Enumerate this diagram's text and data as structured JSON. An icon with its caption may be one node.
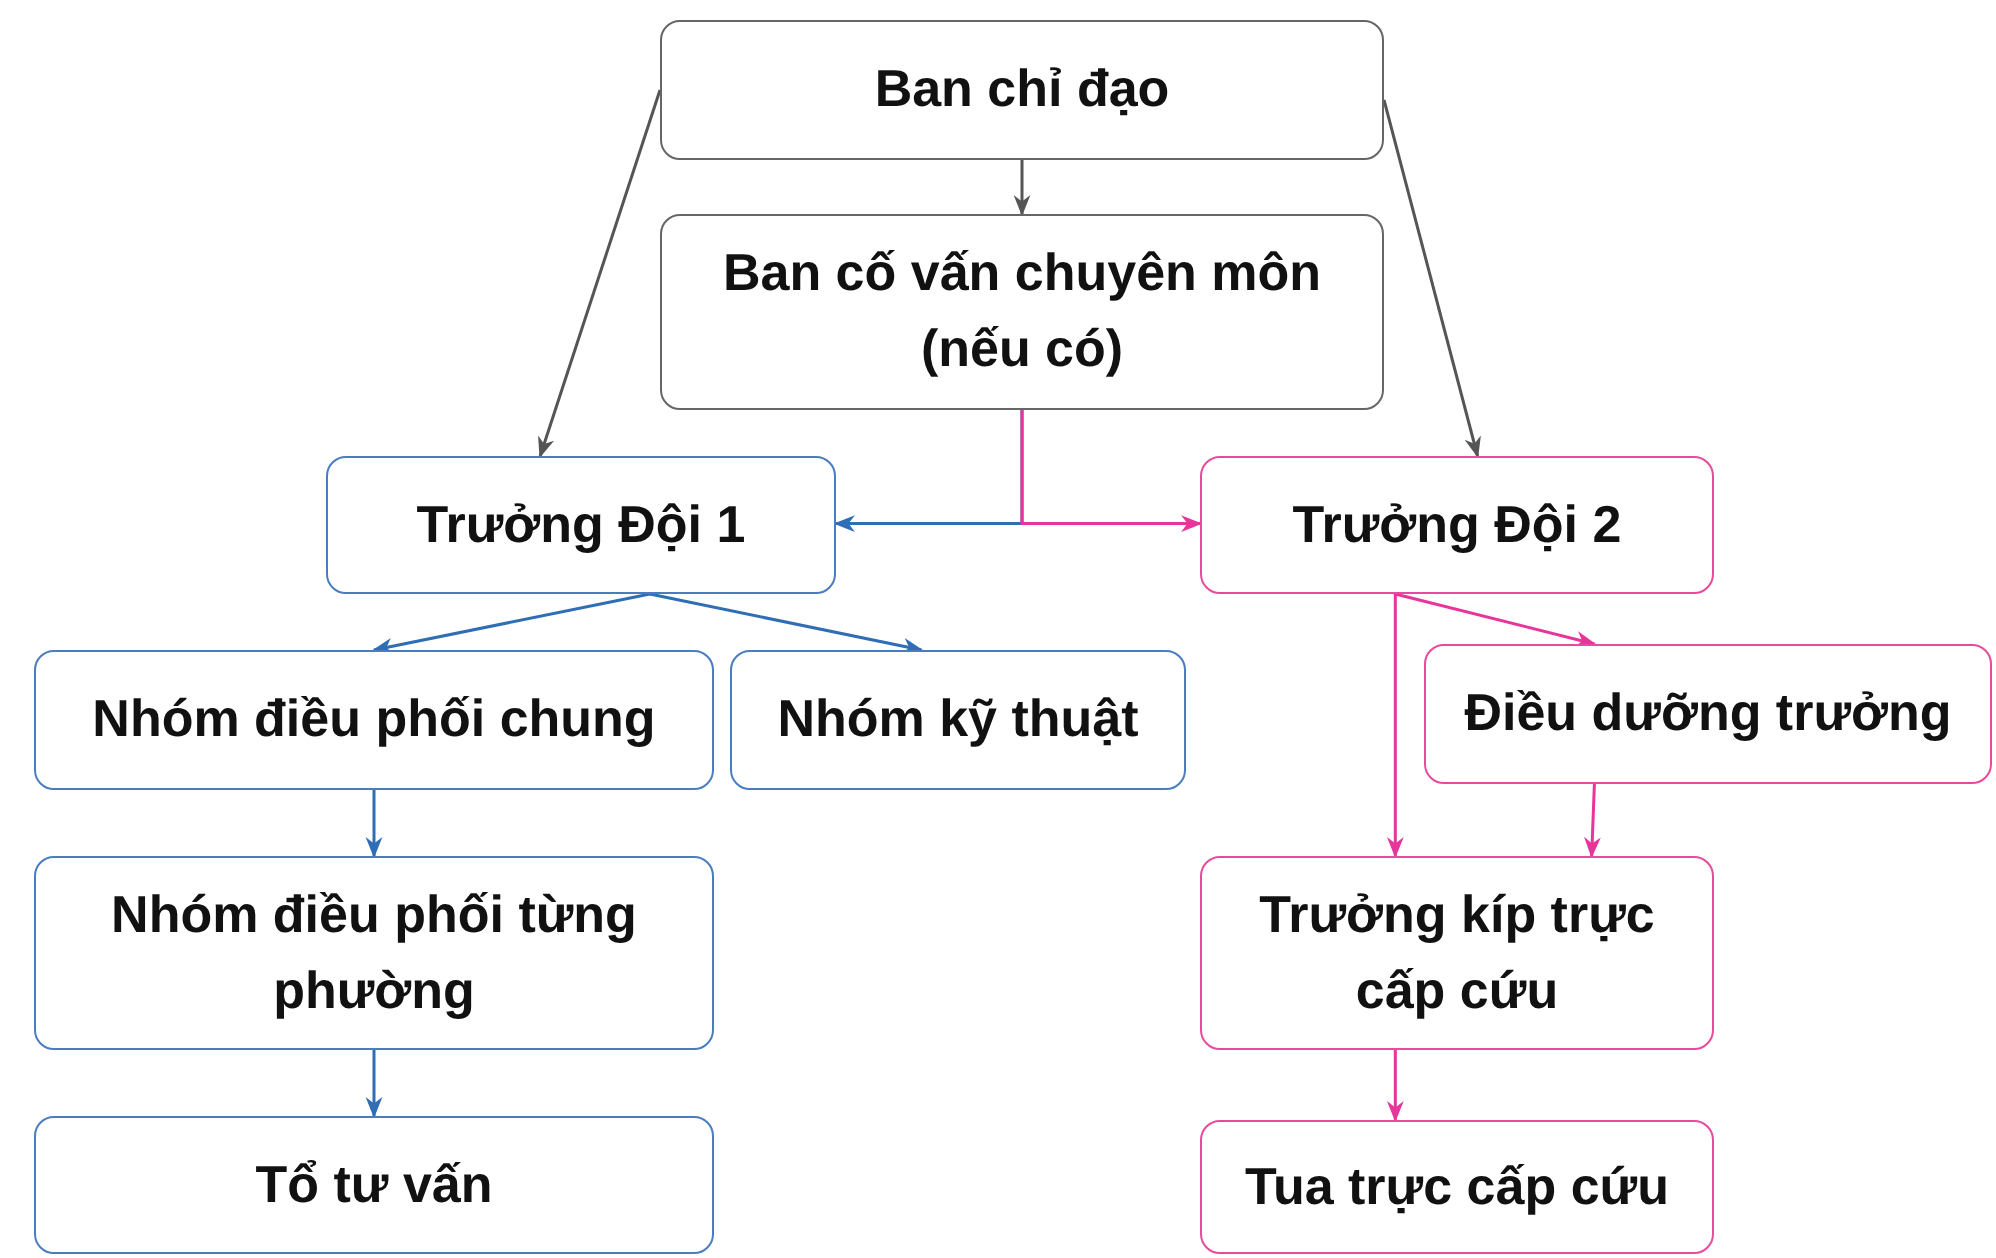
{
  "diagram": {
    "nodes": [
      {
        "text": [
          "Ban chỉ đạo"
        ]
      },
      {
        "text": [
          "Ban cố vấn chuyên môn (nếu có)"
        ]
      },
      {
        "text": [
          "Trưởng Đội 1"
        ]
      },
      {
        "text": [
          "Trưởng Đội 2"
        ]
      },
      {
        "text": [
          "Nhóm điều phối chung"
        ]
      },
      {
        "text": [
          "Nhóm kỹ thuật"
        ]
      },
      {
        "text": [
          "Điều dưỡng trưởng"
        ]
      },
      {
        "text": [
          "Nhóm điều phối từng phường"
        ]
      },
      {
        "text": [
          "Trưởng kíp trực cấp cứu"
        ]
      },
      {
        "text": [
          "Tổ tư vấn"
        ]
      },
      {
        "text": [
          "Tua trực cấp cứu"
        ]
      }
    ],
    "edges": [
      {
        "from": 0,
        "to": 1,
        "arrow": "to",
        "color": "#555555"
      },
      {
        "from": 0,
        "to": 2,
        "arrow": "to",
        "color": "#555555"
      },
      {
        "from": 0,
        "to": 3,
        "arrow": "to",
        "color": "#555555"
      },
      {
        "from": 1,
        "to": 2,
        "arrow": "to"
      },
      {
        "from": 1,
        "to": 3,
        "arrow": "to",
        "color": "#e8359a"
      },
      {
        "from": 2,
        "to": 4,
        "arrow": "to"
      },
      {
        "from": 2,
        "to": 5,
        "arrow": "to"
      },
      {
        "from": 3,
        "to": 6,
        "arrow": "to",
        "color": "#e8359a"
      },
      {
        "from": 3,
        "to": 8,
        "arrow": "to",
        "color": "#e8359a"
      },
      {
        "from": 6,
        "to": 8,
        "arrow": "to",
        "color": "#e8359a"
      },
      {
        "from": 4,
        "to": 7,
        "arrow": "to"
      },
      {
        "from": 7,
        "to": 9,
        "arrow": "to"
      },
      {
        "from": 8,
        "to": 10,
        "arrow": "to",
        "color": "#e8359a"
      }
    ]
  }
}
